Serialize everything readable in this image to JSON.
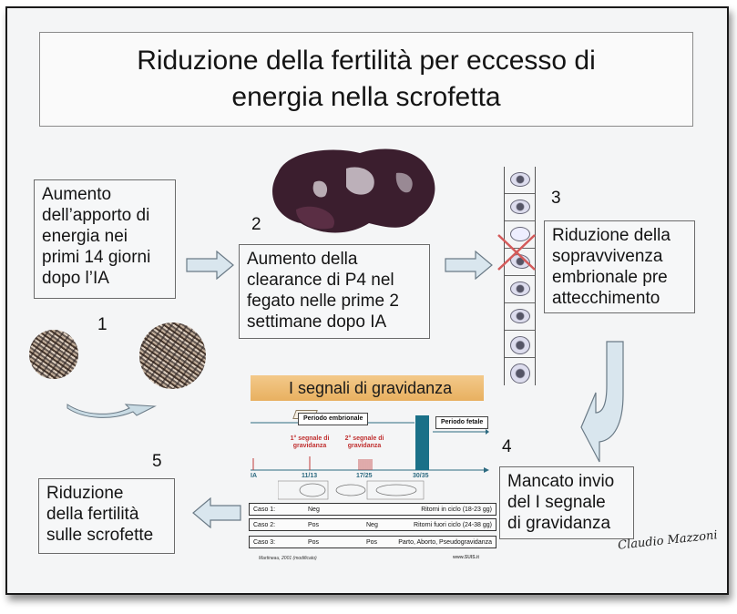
{
  "title": {
    "line1": "Riduzione della fertilità per eccesso di",
    "line2": "energia nella scrofetta"
  },
  "steps": [
    {
      "number": "1",
      "text_lines": [
        "Aumento",
        "dell’apporto di",
        "energia nei",
        "primi 14 giorni",
        "dopo l’IA"
      ]
    },
    {
      "number": "2",
      "text_lines": [
        "Aumento della",
        "clearance di P4 nel",
        "fegato nelle prime 2",
        "settimane dopo IA"
      ]
    },
    {
      "number": "3",
      "text_lines": [
        "Riduzione della",
        "sopravvivenza",
        "embrionale pre",
        "attecchimento"
      ]
    },
    {
      "number": "4",
      "text_lines": [
        "Mancato invio",
        "del I segnale",
        "di gravidanza"
      ]
    },
    {
      "number": "5",
      "text_lines": [
        "Riduzione",
        "della fertilità",
        "sulle scrofette"
      ]
    }
  ],
  "inset": {
    "banner": "I segnali di gravidanza",
    "period_embryonic": "Periodo embrionale",
    "period_fetal": "Periodo fetale",
    "first_signal": [
      "1° segnale di",
      "gravidanza"
    ],
    "second_signal": [
      "2° segnale di",
      "gravidanza"
    ],
    "axis_ticks": [
      "IA",
      "11/13",
      "17/25",
      "30/35"
    ],
    "cases": [
      {
        "case": "Caso 1:",
        "first": "Neg",
        "second": "",
        "outcome": "Ritorni in ciclo (18-23 gg)"
      },
      {
        "case": "Caso 2:",
        "first": "Pos",
        "second": "Neg",
        "outcome": "Ritorni fuori ciclo (24-38 gg)"
      },
      {
        "case": "Caso 3:",
        "first": "Pos",
        "second": "Pos",
        "outcome": "Parto, Aborto, Pseudogravidanza"
      }
    ],
    "citation": "Martineau, 2001 (modificato)",
    "website": "www.SUIS.it"
  },
  "signature": "Claudio Mazzoni",
  "colors": {
    "arrow_fill": "#d9e6ee",
    "arrow_stroke": "#6a7a86",
    "banner": "#eeb86a",
    "fetal_bar": "#1a7088",
    "cross": "#d45a5a",
    "signal_lines": "#c03a3a"
  }
}
